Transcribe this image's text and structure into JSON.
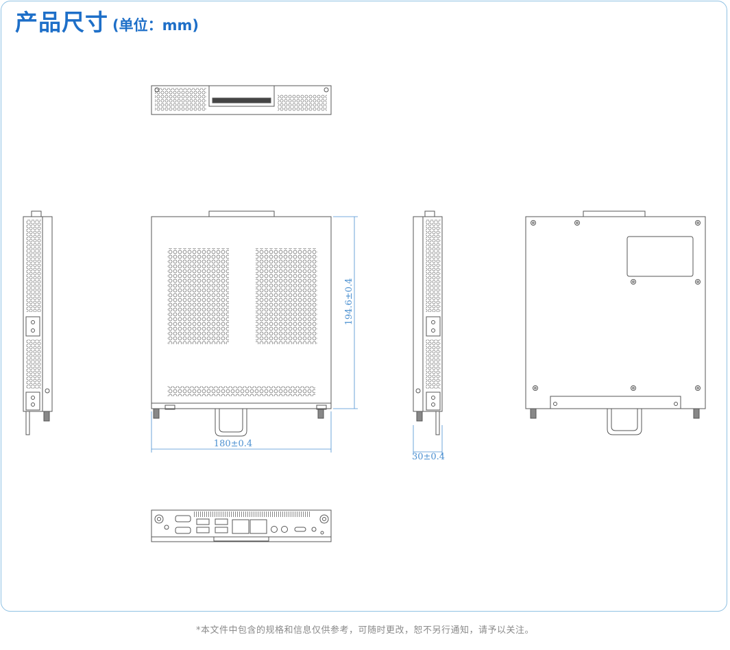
{
  "header": {
    "title": "产品尺寸",
    "unit": "(单位：mm)"
  },
  "dimensions": {
    "width": "180±0.4",
    "height": "194.6±0.4",
    "thickness": "30±0.4"
  },
  "footer": {
    "note": "*本文件中包含的规格和信息仅供参考，可随时更改，恕不另行通知，请予以关注。"
  },
  "colors": {
    "title": "#1e6fc8",
    "panel_border": "#8fc1e3",
    "dimension_line": "#4a8fd0",
    "drawing_line": "#555555"
  }
}
